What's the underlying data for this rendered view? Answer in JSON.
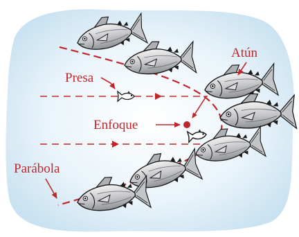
{
  "labels": {
    "tuna": "Atún",
    "prey": "Presa",
    "focus": "Enfoque",
    "parabola": "Parábola"
  },
  "colors": {
    "background": "#dcecf6",
    "accent": "#c0272d",
    "fish_body": "#c9cacc",
    "fish_outline": "#1a1a1a"
  },
  "icons": [
    "tuna-fish-icon",
    "prey-fish-icon",
    "focus-point-icon"
  ]
}
